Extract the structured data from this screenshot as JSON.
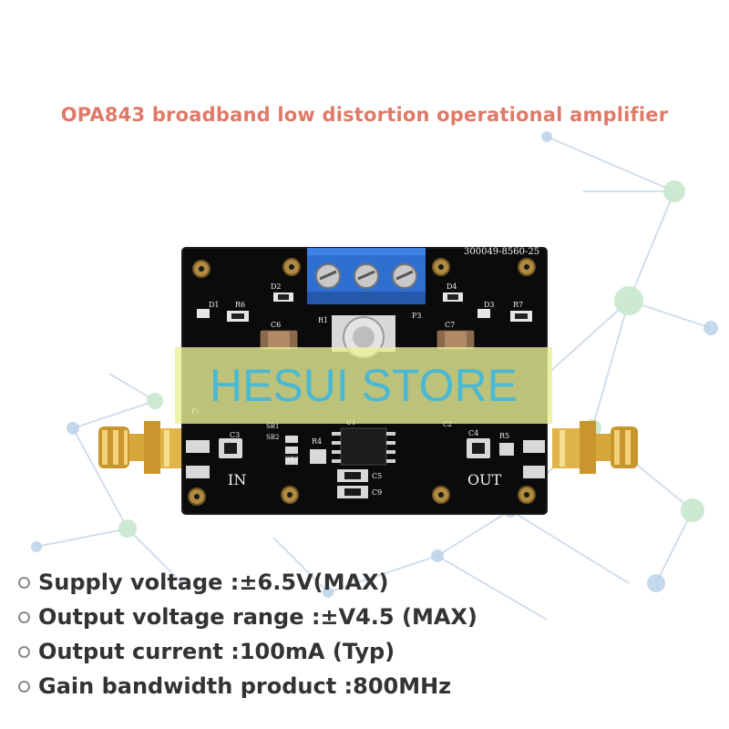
{
  "header": {
    "title": "OPA843 broadband low distortion operational amplifier"
  },
  "watermark": {
    "text": "HESUI STORE"
  },
  "board": {
    "serial": "300049-8560-25",
    "input_label": "IN",
    "output_label": "OUT",
    "silkscreen": [
      "D1",
      "R6",
      "D2",
      "D4",
      "D3",
      "R7",
      "C6",
      "C7",
      "R1",
      "P3",
      "C3",
      "SB1",
      "SB2",
      "SB3",
      "R4",
      "C5",
      "C9",
      "C4",
      "R5",
      "U1",
      "C2",
      "P1"
    ]
  },
  "specs": [
    {
      "text": "Supply voltage :±6.5V(MAX)"
    },
    {
      "text": "Output voltage range :±V4.5 (MAX)"
    },
    {
      "text": "Output current :100mA (Typ)"
    },
    {
      "text": "Gain bandwidth product :800MHz"
    }
  ],
  "colors": {
    "title": "#e07a68",
    "watermark_text": "#4bb8d4",
    "watermark_bg": "#e8f096",
    "pcb": "#0b0b0b",
    "terminal_block": "#2f6fd0",
    "sma_gold": "#d4a332",
    "network_green": "#bfe6c4",
    "network_blue": "#a8c8e8"
  }
}
